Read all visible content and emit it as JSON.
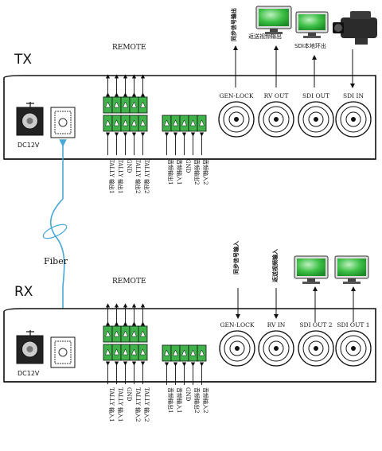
{
  "tx": {
    "unit_label": "TX",
    "remote_label": "REMOTE",
    "power_label": "DC12V",
    "bnc_labels": [
      "GEN-LOCK",
      "RV OUT",
      "SDI OUT",
      "SDI IN"
    ],
    "bottom_pins_remote": [
      "TALLY 输出1",
      "TALLY 输出1",
      "GND",
      "TALLY 输出2",
      "TALLY 输出2"
    ],
    "bottom_pins_audio": [
      "音频输出1",
      "音频输入1",
      "GND",
      "音频输出2",
      "音频输入2"
    ],
    "top_notes": {
      "genlock_note": "同步信号输出",
      "monitor1_note": "返送视频输出",
      "monitor2_note": "SDI本地环出"
    }
  },
  "rx": {
    "unit_label": "RX",
    "remote_label": "REMOTE",
    "power_label": "DC12V",
    "bnc_labels": [
      "GEN-LOCK",
      "RV IN",
      "SDI OUT 2",
      "SDI OUT 1"
    ],
    "bottom_pins_remote": [
      "TALLY 输入1",
      "TALLY 输入1",
      "GND",
      "TALLY 输入2",
      "TALLY 输入2"
    ],
    "bottom_pins_audio": [
      "音频输出1",
      "音频输入1",
      "GND",
      "音频输出2",
      "音频输入2"
    ],
    "top_notes": {
      "genlock_note": "同步信号输入",
      "rv_note": "返送视频输入"
    }
  },
  "fiber_label": "Fiber",
  "colors": {
    "terminal_green": "#3fb24a",
    "fiber_blue": "#46a8d6",
    "line": "#111111",
    "panel_fill": "#ffffff",
    "screen_green": "#2fae3a"
  }
}
